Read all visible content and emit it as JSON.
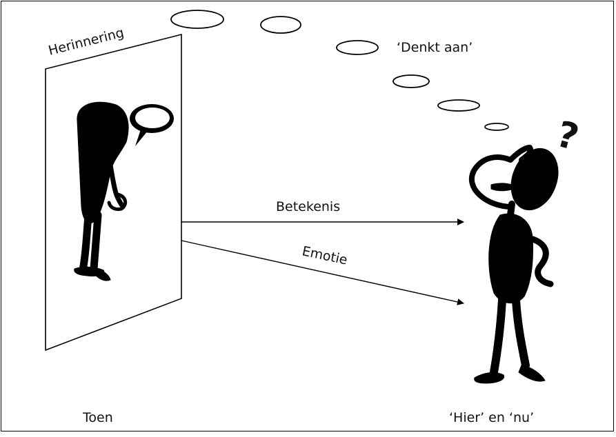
{
  "labels": {
    "memory": "Herinnering",
    "thinks_of": "‘Denkt aan’",
    "meaning": "Betekenis",
    "emotion": "Emotie",
    "then": "Toen",
    "here_and_now": "‘Hier’ en ‘nu’",
    "question_mark": "?"
  },
  "colors": {
    "ink": "#000000",
    "background": "#ffffff"
  }
}
